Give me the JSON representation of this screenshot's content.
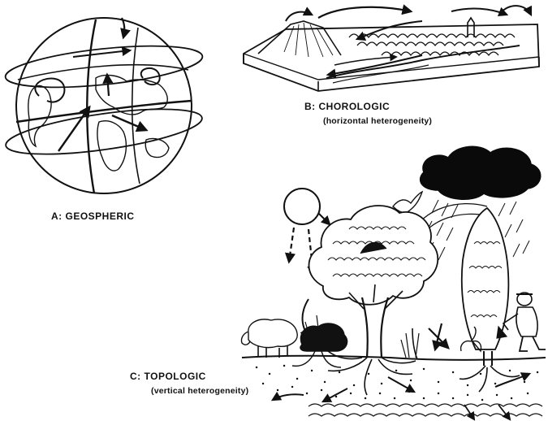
{
  "panels": {
    "geospheric": {
      "label": "A:  GEOSPHERIC"
    },
    "chorologic": {
      "label": "B:  CHOROLOGIC",
      "sublabel": "(horizontal heterogeneity)"
    },
    "topologic": {
      "label": "C:  TOPOLOGIC",
      "sublabel": "(vertical heterogeneity)"
    }
  },
  "colors": {
    "ink": "#111111",
    "paper": "#ffffff",
    "cloud": "#0a0a0a"
  }
}
